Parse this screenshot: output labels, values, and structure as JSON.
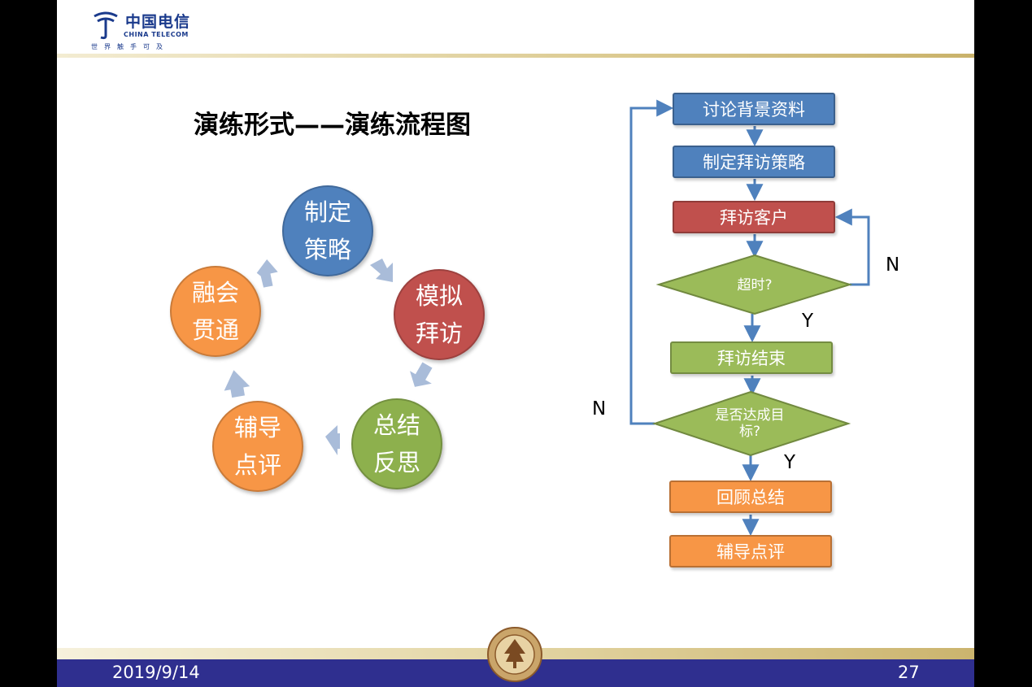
{
  "header": {
    "logo_cn": "中国电信",
    "logo_en": "CHINA TELECOM",
    "slogan": "世界触手可及"
  },
  "title": "演练形式——演练流程图",
  "cycle": {
    "items": [
      {
        "label": "制定策略",
        "color": "#4f81bd"
      },
      {
        "label": "模拟拜访",
        "color": "#c0504d"
      },
      {
        "label": "总结反思",
        "color": "#8db04d"
      },
      {
        "label": "辅导点评",
        "color": "#f79646"
      },
      {
        "label": "融会贯通",
        "color": "#f79646"
      }
    ],
    "arrow_color": "#a9bcd9"
  },
  "flowchart": {
    "steps": {
      "discuss": "讨论背景资料",
      "strategy": "制定拜访策略",
      "visit": "拜访客户",
      "timeout": "超时?",
      "visit_end": "拜访结束",
      "goal": "是否达成目标?",
      "review": "回顾总结",
      "coaching": "辅导点评"
    },
    "labels": {
      "n1": "N",
      "y1": "Y",
      "n2": "N",
      "y2": "Y"
    },
    "colors": {
      "blue": "#4f81bd",
      "red": "#c0504d",
      "green": "#9bbb59",
      "orange": "#f79646",
      "line": "#4f81bd"
    }
  },
  "footer": {
    "date": "2019/9/14",
    "page": "27"
  }
}
